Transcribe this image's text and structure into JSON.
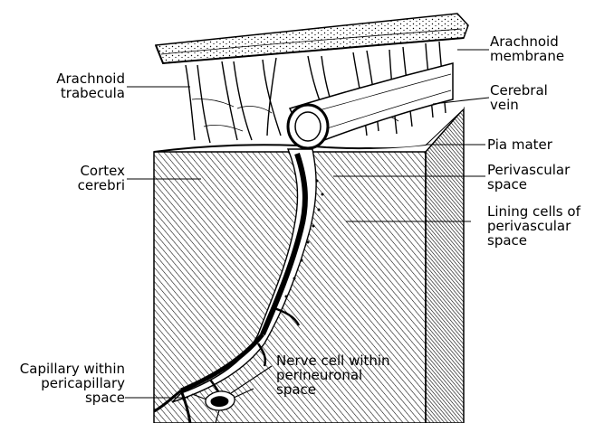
{
  "labels": {
    "arachnoid_trabecula": [
      "Arachnoid",
      "trabecula"
    ],
    "cortex_cerebri": [
      "Cortex",
      "cerebri"
    ],
    "capillary": [
      "Capillary within",
      "pericapillary",
      "space"
    ],
    "arachnoid_membrane": [
      "Arachnoid",
      "membrane"
    ],
    "cerebral_vein": [
      "Cerebral",
      "vein"
    ],
    "pia_mater": [
      "Pia mater"
    ],
    "perivascular_space": [
      "Perivascular",
      "space"
    ],
    "lining_cells": [
      "Lining cells of",
      "perivascular",
      "space"
    ],
    "nerve_cell": [
      "Nerve cell within",
      "perineuronal",
      "space"
    ]
  }
}
